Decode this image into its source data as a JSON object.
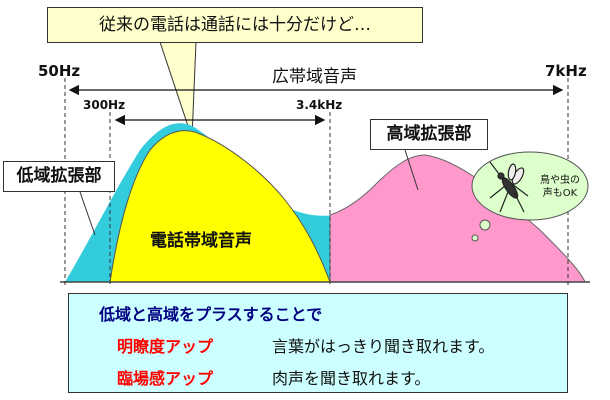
{
  "callout": {
    "text": "従来の電話は通話には十分だけど…"
  },
  "frequencies": {
    "low_edge": "50Hz",
    "high_edge": "7kHz",
    "phone_low": "300Hz",
    "phone_high": "3.4kHz"
  },
  "bands": {
    "wideband": "広帯域音声",
    "low_extension": "低域拡張部",
    "high_extension": "高域拡張部",
    "telephone": "電話帯域音声"
  },
  "bubble": {
    "line1": "鳥や虫の",
    "line2": "声もOK"
  },
  "info": {
    "title": "低域と高域をプラスすることで",
    "rows": [
      {
        "key": "明瞭度アップ",
        "value": "言葉がはっきり聞き取れます。"
      },
      {
        "key": "臨場感アップ",
        "value": "肉声を聞き取れます。"
      }
    ]
  },
  "colors": {
    "low_band": "#33ccdd",
    "telephone_band": "#ffff00",
    "high_band": "#ff99cc",
    "info_bg": "#ccffff",
    "callout_bg": "#ffffcc",
    "emphasis": "#ff0000"
  },
  "icons": {
    "insect": "mosquito-icon"
  }
}
